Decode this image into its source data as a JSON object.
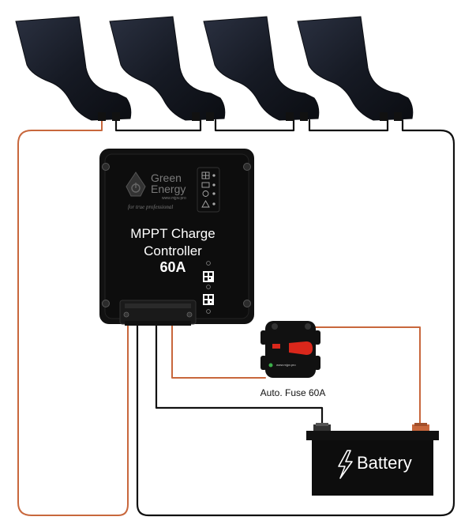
{
  "controller": {
    "brand_line1": "Green",
    "brand_line2": "Energy",
    "brand_url": "www.mjpv.pro",
    "brand_tagline": "for true professional",
    "title_line1": "MPPT Charge",
    "title_line2": "Controller",
    "rating": "60A"
  },
  "fuse": {
    "label": "Auto. Fuse 60A",
    "brand_url": "www.mjpv.pro"
  },
  "battery": {
    "label": "Battery"
  },
  "colors": {
    "positive_wire": "#c8673c",
    "negative_wire": "#111111",
    "device_body": "#0d0d0d",
    "panel": "#1c2130",
    "fuse_red": "#d9271b"
  },
  "icons": [
    "solar-panel-icon",
    "battery-status-icon",
    "load-icon",
    "warning-icon",
    "lightning-bolt-icon",
    "qr-code-icon"
  ]
}
